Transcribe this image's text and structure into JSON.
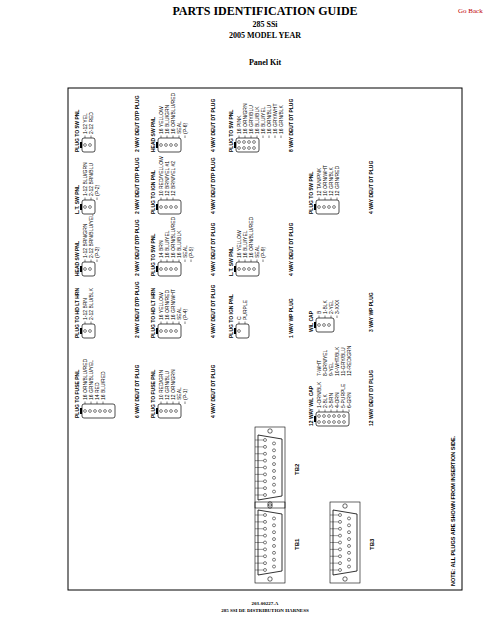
{
  "diagram": {
    "title": "PARTS IDENTIFICATION GUIDE",
    "labels": [
      "285 SSi",
      "2005 MODEL YEAR",
      "Panel Kit",
      "Go Back",
      "PLUG TO 5W PNL",
      "1-12 YEL",
      "2-12 RED",
      "2 WAY DEUT DTP PLUG",
      "L.T. SW PNL",
      "1-12 BLU/GRN",
      "2-12 BRN/BLU",
      "(P-2)",
      "2 WAY DEUT DTP PLUG",
      "HEAD SW PNL",
      "1-12 BRN/GRN",
      "2-12 BRN/BLU/YEL",
      "(P-3)",
      "2 WAY DEUT DTP PLUG",
      "PLUG TO HD LT HRN",
      "1-12 BRN",
      "2-12 BLU/BLK",
      "2 WAY DEUT DTP PLUG",
      "PLUG TO FUSE PNL",
      "16 ORN/BLU/RED",
      "16 GRN/BLU/YEL",
      "14 RED",
      "16 BLU/RED",
      "6 WAY DEUT DT PLUG",
      "HEAD SW PNL",
      "16 YELLOW",
      "16 BLU/GRN",
      "16 ORN/BLU/RED",
      "SEAL",
      "(P-6)",
      "4 WAY DEUT DT PLUG",
      "PLUG TO IGN PNL",
      "10 RED/YELLOW",
      "12 BRN/YEL #1",
      "12 BRN/YEL #2",
      "4 WAY DEUT DTP PLUG",
      "PLUG TO 5W PNL",
      "14 BRN",
      "16 BLU/YEL",
      "16 ORN/BLU/RED",
      "16 BLU/BLK",
      "SEAL",
      "(P-5)",
      "4 WAY DEUT DT PLUG",
      "PLUG TO HD LT HRN",
      "16 YELLOW",
      "16 ORN/RED",
      "16 GRN/WHT",
      "SEAL",
      "(P-4)",
      "4 WAY DEUT DT PLUG",
      "PLUG TO FUSE PNL",
      "10 RED/GRN",
      "12 GRN/BLU",
      "12 ORN/GRN",
      "SEAL",
      "(P-1)",
      "4 WAY DEUT DT PLUG",
      "PLUG TO 5W PNL",
      "16 PINK",
      "16 ORN/GRN",
      "16 GRY/BLU",
      "16 BLU/BLK",
      "16 BLU/YEL",
      "16 ORN/BLU",
      "16 GRY/WHT",
      "16 GRN/BLK",
      "8 WAY DEUT DT PLUG",
      "L.T. SW PNL",
      "16 YELLOW",
      "16 BLU/YEL",
      "16 ORN/BLU/RED",
      "SEAL",
      "(P-9)",
      "4 WAY DEUT DT PLUG",
      "PLUG TO IGN PNL",
      "C",
      "PURPLE",
      "1 WAY WP PLUG",
      "PLUG TO 5W PNL",
      "12 TAN/PNK",
      "10 ORN/WHT",
      "12 GRN/BLK",
      "12 GRN/RED",
      "4 WAY DEUT DT PLUG",
      "W/L CAP",
      "B",
      "1-BLK",
      "2-YEL",
      "3-XXX",
      "3 WAY WP PLUG",
      "12 WAY W/L CAP",
      "1-ORN/BLK",
      "2-BLK",
      "3-BRN",
      "4-ORN",
      "5-PURPLE",
      "6-GRN",
      "7-WHT",
      "8-ORN/YEL",
      "9-YEL",
      "10-WHT/BLK",
      "11-GRY/BLU",
      "12-RED/GRN",
      "12 WAY DEUT DT PLUG",
      "TB1",
      "TB2",
      "TB3",
      "NOTE: ALL PLUGS ARE SHOWN FROM INSERTION SIDE.",
      "203-00227-A",
      "285 SSI DE DISTRIBUTION HARNESS"
    ]
  }
}
